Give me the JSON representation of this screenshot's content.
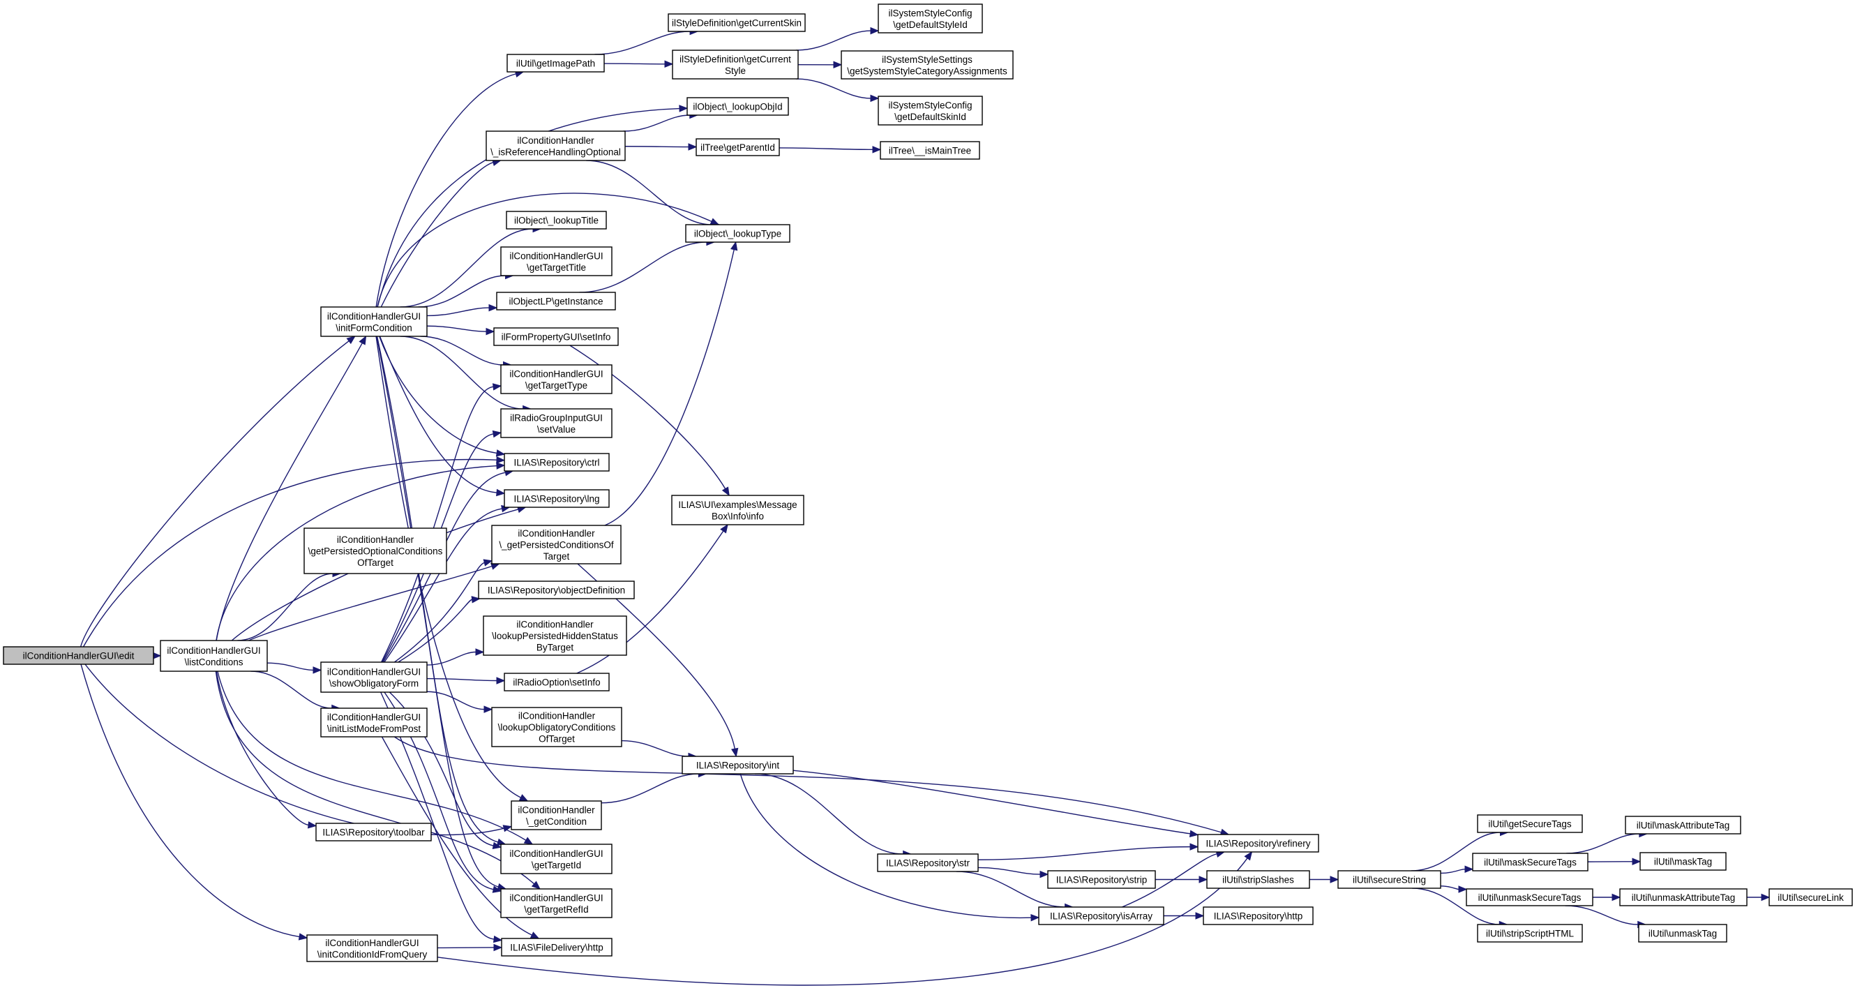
{
  "graph": {
    "edge_color": "#191970",
    "root_fill": "#bfbfbf",
    "node_fill": "#ffffff",
    "nodes": [
      {
        "id": "edit",
        "lines": [
          "ilConditionHandlerGUI\\edit"
        ]
      },
      {
        "id": "listConditions",
        "lines": [
          "ilConditionHandlerGUI",
          "\\listConditions"
        ]
      },
      {
        "id": "initFormCondition",
        "lines": [
          "ilConditionHandlerGUI",
          "\\initFormCondition"
        ]
      },
      {
        "id": "showObligatoryForm",
        "lines": [
          "ilConditionHandlerGUI",
          "\\showObligatoryForm"
        ]
      },
      {
        "id": "initListModeFromPost",
        "lines": [
          "ilConditionHandlerGUI",
          "\\initListModeFromPost"
        ]
      },
      {
        "id": "initConditionIdFromQuery",
        "lines": [
          "ilConditionHandlerGUI",
          "\\initConditionIdFromQuery"
        ]
      },
      {
        "id": "getPersistedOptional",
        "lines": [
          "ilConditionHandler",
          "\\getPersistedOptionalConditions",
          "OfTarget"
        ]
      },
      {
        "id": "repoToolbar",
        "lines": [
          "ILIAS\\Repository\\toolbar"
        ]
      },
      {
        "id": "getImagePath",
        "lines": [
          "ilUtil\\getImagePath"
        ]
      },
      {
        "id": "isRefHandlingOptional",
        "lines": [
          "ilConditionHandler",
          "\\_isReferenceHandlingOptional"
        ]
      },
      {
        "id": "lookupTitle",
        "lines": [
          "ilObject\\_lookupTitle"
        ]
      },
      {
        "id": "getTargetTitle",
        "lines": [
          "ilConditionHandlerGUI",
          "\\getTargetTitle"
        ]
      },
      {
        "id": "objectLPGetInstance",
        "lines": [
          "ilObjectLP\\getInstance"
        ]
      },
      {
        "id": "formPropertySetInfo",
        "lines": [
          "ilFormPropertyGUI\\setInfo"
        ]
      },
      {
        "id": "getTargetType",
        "lines": [
          "ilConditionHandlerGUI",
          "\\getTargetType"
        ]
      },
      {
        "id": "radioGroupSetValue",
        "lines": [
          "ilRadioGroupInputGUI",
          "\\setValue"
        ]
      },
      {
        "id": "repoCtrl",
        "lines": [
          "ILIAS\\Repository\\ctrl"
        ]
      },
      {
        "id": "repoLng",
        "lines": [
          "ILIAS\\Repository\\lng"
        ]
      },
      {
        "id": "getPersistedConditions",
        "lines": [
          "ilConditionHandler",
          "\\_getPersistedConditionsOf",
          "Target"
        ]
      },
      {
        "id": "repoObjectDefinition",
        "lines": [
          "ILIAS\\Repository\\objectDefinition"
        ]
      },
      {
        "id": "lookupPersistedHidden",
        "lines": [
          "ilConditionHandler",
          "\\lookupPersistedHiddenStatus",
          "ByTarget"
        ]
      },
      {
        "id": "radioOptionSetInfo",
        "lines": [
          "ilRadioOption\\setInfo"
        ]
      },
      {
        "id": "lookupObligatory",
        "lines": [
          "ilConditionHandler",
          "\\lookupObligatoryConditions",
          "OfTarget"
        ]
      },
      {
        "id": "getCondition",
        "lines": [
          "ilConditionHandler",
          "\\_getCondition"
        ]
      },
      {
        "id": "getTargetId",
        "lines": [
          "ilConditionHandlerGUI",
          "\\getTargetId"
        ]
      },
      {
        "id": "getTargetRefId",
        "lines": [
          "ilConditionHandlerGUI",
          "\\getTargetRefId"
        ]
      },
      {
        "id": "fileDeliveryHttp",
        "lines": [
          "ILIAS\\FileDelivery\\http"
        ]
      },
      {
        "id": "getCurrentSkin",
        "lines": [
          "ilStyleDefinition\\getCurrentSkin"
        ]
      },
      {
        "id": "getCurrentStyle",
        "lines": [
          "ilStyleDefinition\\getCurrent",
          "Style"
        ]
      },
      {
        "id": "lookupObjId",
        "lines": [
          "ilObject\\_lookupObjId"
        ]
      },
      {
        "id": "treeGetParentId",
        "lines": [
          "ilTree\\getParentId"
        ]
      },
      {
        "id": "lookupType",
        "lines": [
          "ilObject\\_lookupType"
        ]
      },
      {
        "id": "messageBoxInfo",
        "lines": [
          "ILIAS\\UI\\examples\\Message",
          "Box\\Info\\info"
        ]
      },
      {
        "id": "repoInt",
        "lines": [
          "ILIAS\\Repository\\int"
        ]
      },
      {
        "id": "getDefaultStyleId",
        "lines": [
          "ilSystemStyleConfig",
          "\\getDefaultStyleId"
        ]
      },
      {
        "id": "getSystemStyleCategory",
        "lines": [
          "ilSystemStyleSettings",
          "\\getSystemStyleCategoryAssignments"
        ]
      },
      {
        "id": "getDefaultSkinId",
        "lines": [
          "ilSystemStyleConfig",
          "\\getDefaultSkinId"
        ]
      },
      {
        "id": "isMainTree",
        "lines": [
          "ilTree\\__isMainTree"
        ]
      },
      {
        "id": "repoStr",
        "lines": [
          "ILIAS\\Repository\\str"
        ]
      },
      {
        "id": "repoIsArray",
        "lines": [
          "ILIAS\\Repository\\isArray"
        ]
      },
      {
        "id": "repoStrip",
        "lines": [
          "ILIAS\\Repository\\strip"
        ]
      },
      {
        "id": "repoRefinery",
        "lines": [
          "ILIAS\\Repository\\refinery"
        ]
      },
      {
        "id": "stripSlashes",
        "lines": [
          "ilUtil\\stripSlashes"
        ]
      },
      {
        "id": "repoHttp",
        "lines": [
          "ILIAS\\Repository\\http"
        ]
      },
      {
        "id": "secureString",
        "lines": [
          "ilUtil\\secureString"
        ]
      },
      {
        "id": "getSecureTags",
        "lines": [
          "ilUtil\\getSecureTags"
        ]
      },
      {
        "id": "maskSecureTags",
        "lines": [
          "ilUtil\\maskSecureTags"
        ]
      },
      {
        "id": "unmaskSecureTags",
        "lines": [
          "ilUtil\\unmaskSecureTags"
        ]
      },
      {
        "id": "stripScriptHTML",
        "lines": [
          "ilUtil\\stripScriptHTML"
        ]
      },
      {
        "id": "maskAttributeTag",
        "lines": [
          "ilUtil\\maskAttributeTag"
        ]
      },
      {
        "id": "maskTag",
        "lines": [
          "ilUtil\\maskTag"
        ]
      },
      {
        "id": "unmaskAttributeTag",
        "lines": [
          "ilUtil\\unmaskAttributeTag"
        ]
      },
      {
        "id": "unmaskTag",
        "lines": [
          "ilUtil\\unmaskTag"
        ]
      },
      {
        "id": "secureLink",
        "lines": [
          "ilUtil\\secureLink"
        ]
      }
    ]
  }
}
